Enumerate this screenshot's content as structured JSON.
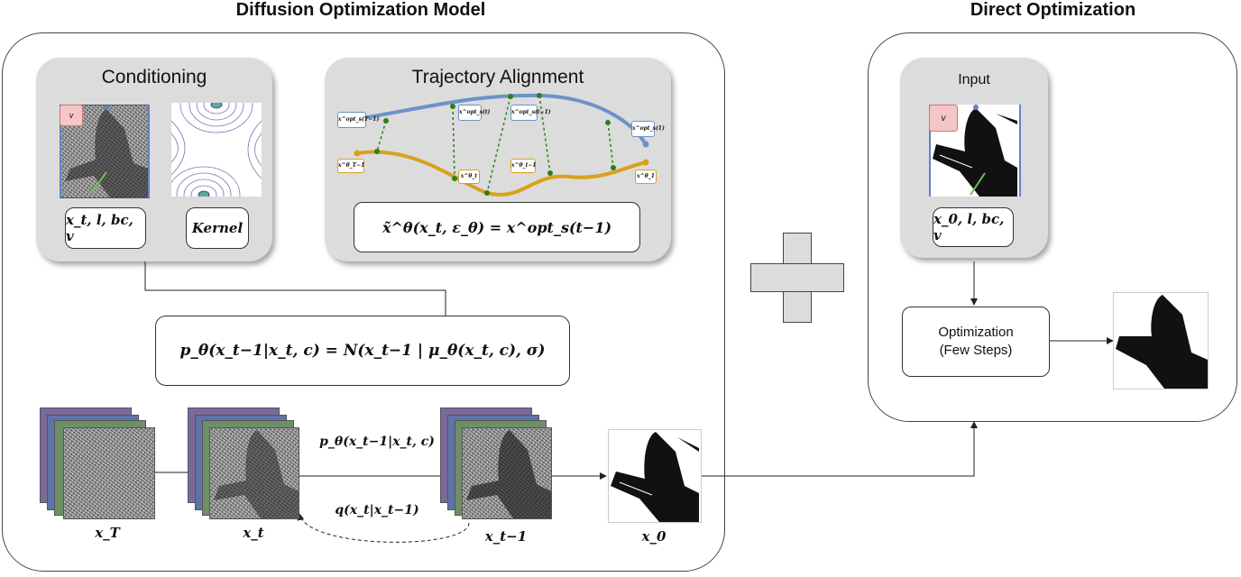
{
  "titles": {
    "left": "Diffusion Optimization Model",
    "right": "Direct Optimization"
  },
  "conditioning": {
    "title": "Conditioning",
    "v_tag": "v",
    "inputs_box": "x_t, l, bc, v",
    "kernel_box": "Kernel"
  },
  "trajectory": {
    "title": "Trajectory Alignment",
    "equation": "x̃^θ(x_t, ε_θ) = x^opt_s(t−1)",
    "top_labels": [
      "x^opt_s(T−1)",
      "x^opt_s(t)",
      "x^opt_s(t−1)",
      "x^opt_s(1)"
    ],
    "bottom_labels": [
      "x^θ_T−1",
      "x^θ_t",
      "x^θ_t−1",
      "x^θ_1"
    ],
    "colors": {
      "top": "#6b93c8",
      "bottom": "#d9a11c",
      "connector": "#2e7d1f"
    }
  },
  "reverse_process": {
    "equation": "p_θ(x_t−1|x_t, c) = N(x_t−1 | μ_θ(x_t, c), σ)"
  },
  "chain": {
    "labels": [
      "x_T",
      "x_t",
      "x_t−1",
      "x_0"
    ],
    "forward_step": "p_θ(x_t−1|x_t, c)",
    "noise_step": "q(x_t|x_t−1)",
    "stack_colors": [
      "#7a6a9c",
      "#5e74a8",
      "#6f8f66"
    ]
  },
  "direct": {
    "input_title": "Input",
    "v_tag": "v",
    "inputs_box": "x_0, l, bc, v",
    "optimization_line1": "Optimization",
    "optimization_line2": "(Few Steps)"
  }
}
